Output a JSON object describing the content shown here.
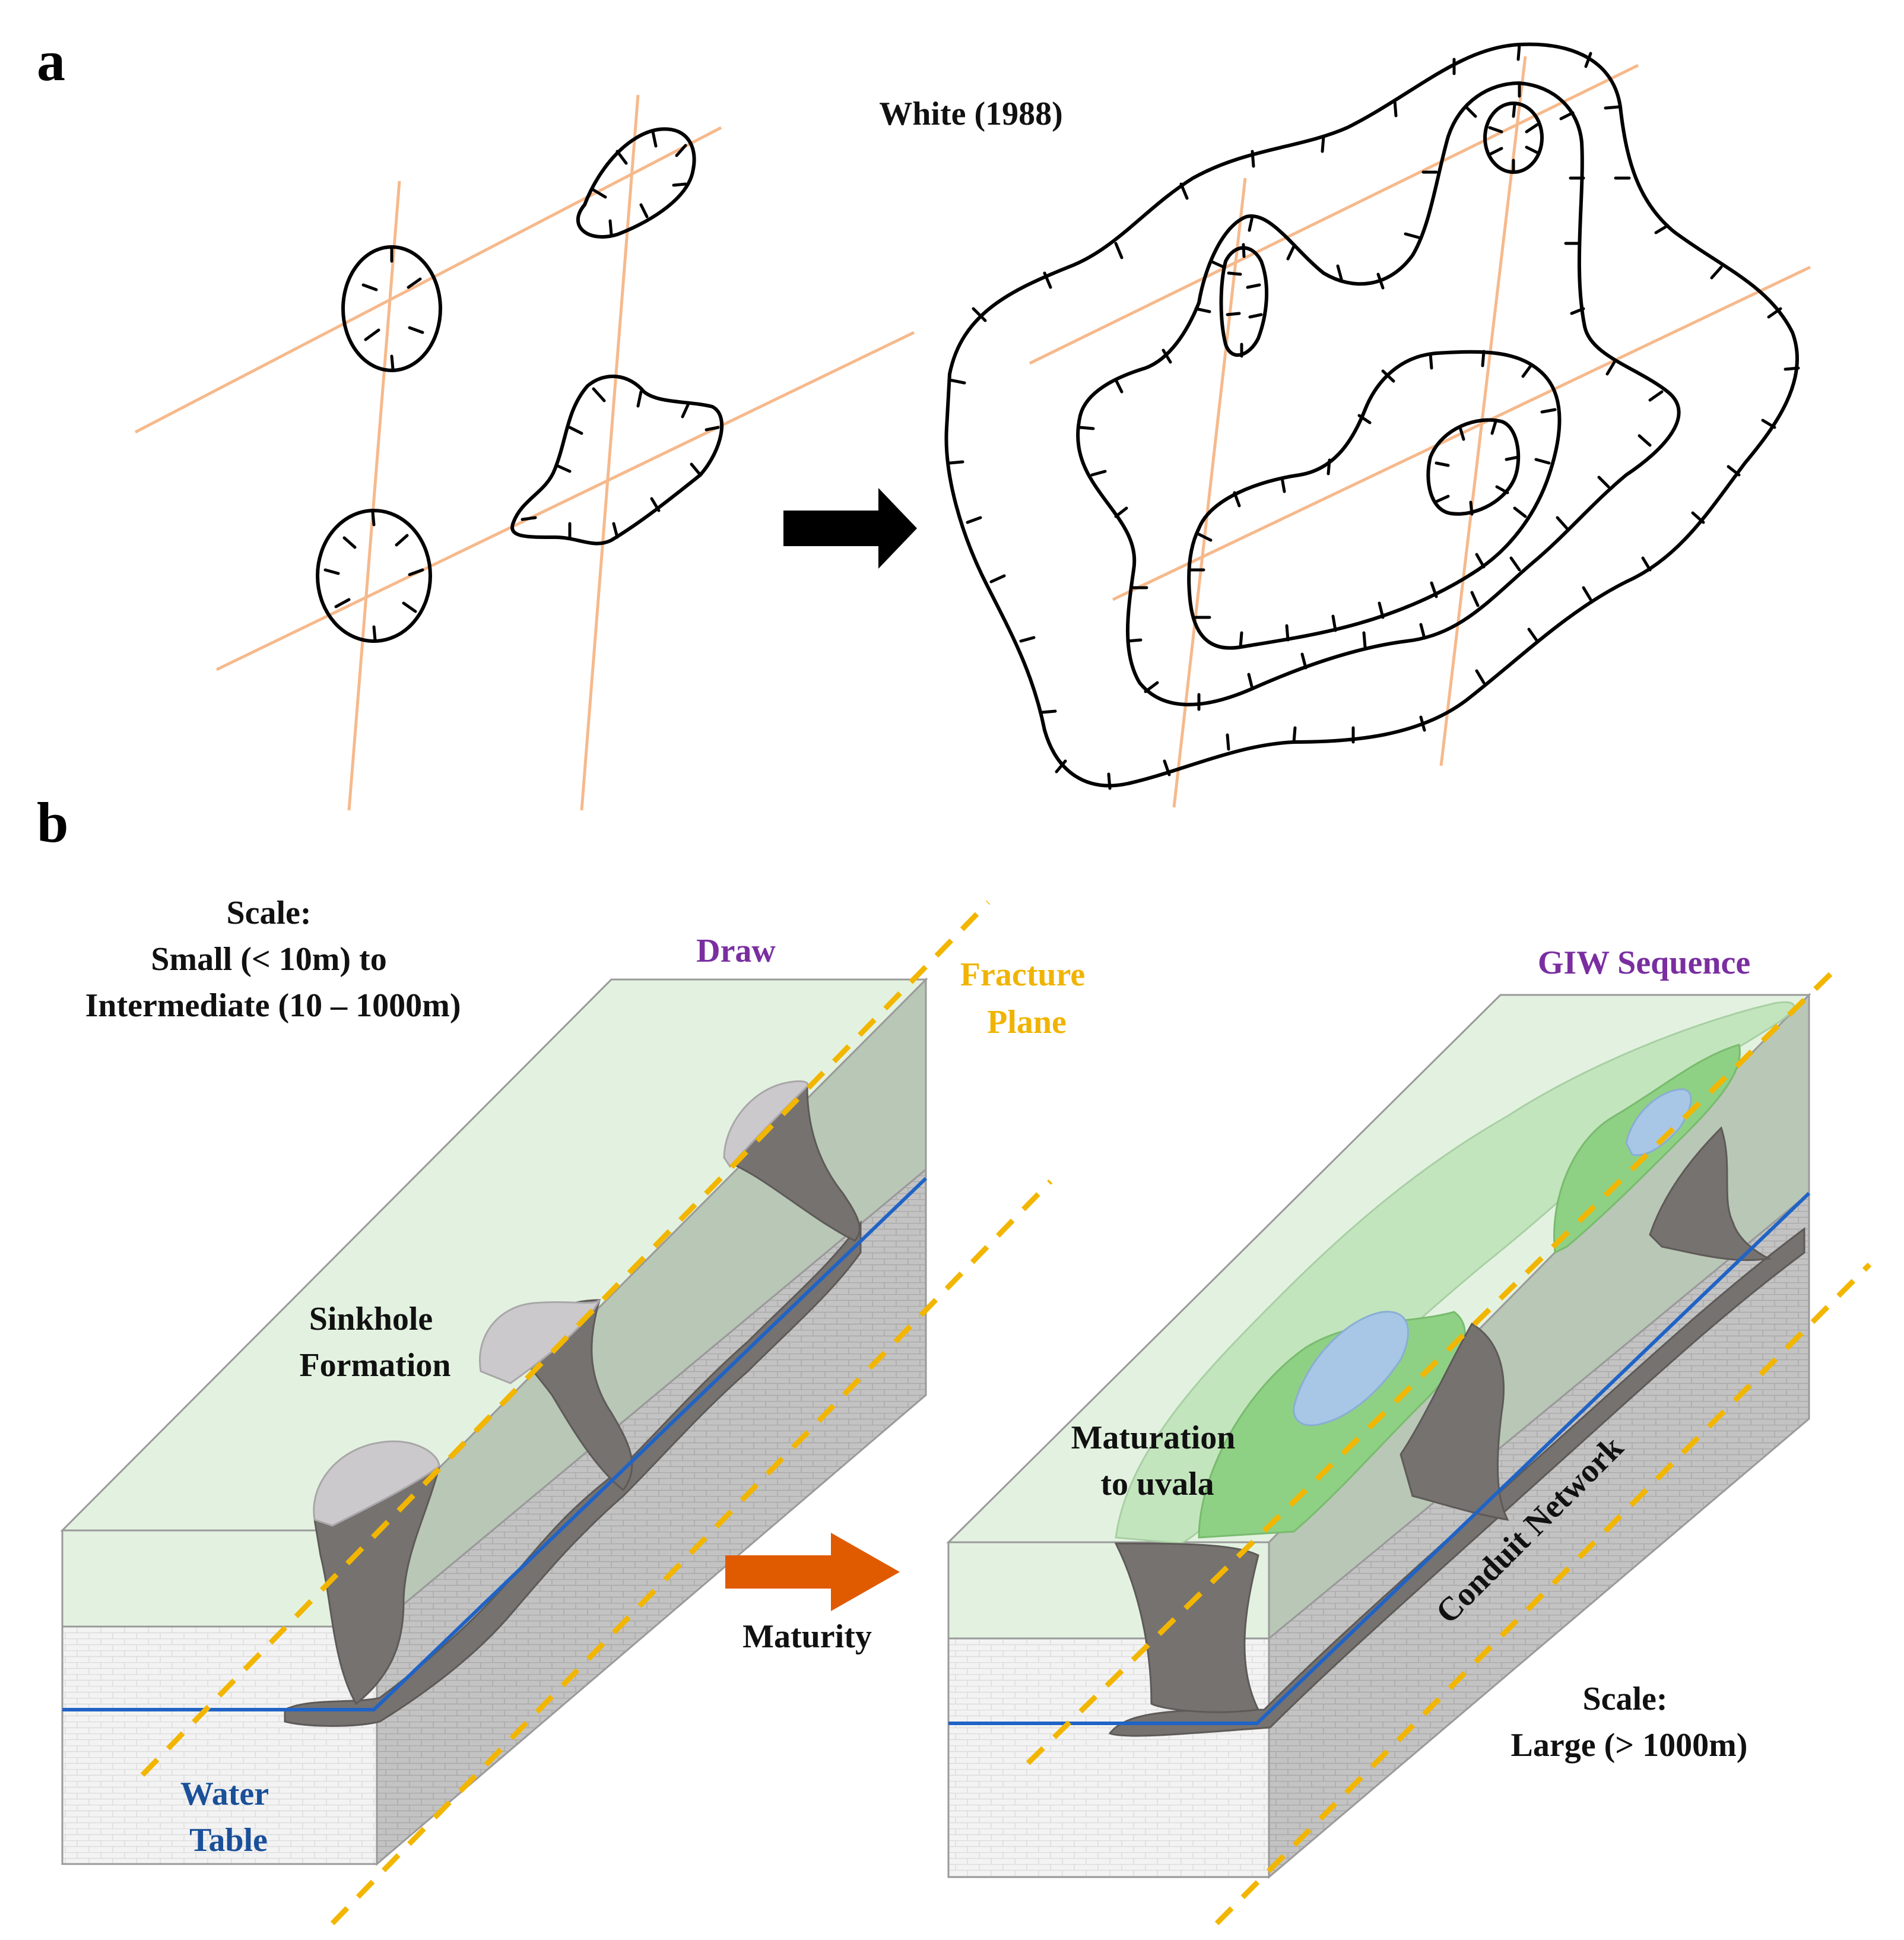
{
  "panels": {
    "a": {
      "letter": "a",
      "citation": "White (1988)"
    },
    "b": {
      "letter": "b",
      "scale_small": [
        "Scale:",
        "Small (< 10m) to",
        "Intermediate (10 – 1000m)"
      ],
      "draw": "Draw",
      "fracture_plane": [
        "Fracture",
        "Plane"
      ],
      "sinkhole_formation": [
        "Sinkhole",
        "Formation"
      ],
      "water_table": [
        "Water",
        "Table"
      ],
      "maturity": "Maturity",
      "giw_sequence": "GIW Sequence",
      "maturation": [
        "Maturation",
        "to uvala"
      ],
      "conduit_network": "Conduit Network",
      "scale_large": [
        "Scale:",
        "Large (> 1000m)"
      ]
    }
  },
  "colors": {
    "fracture_line": "#f6b98c",
    "fracture_plane_dash": "#f2b600",
    "water_table": "#1f63c6",
    "draw_label": "#7a2ea0",
    "arrow_a": "#000000",
    "arrow_b": "#e05a00",
    "surface": "#e3f2e0",
    "conduit": "#767270"
  }
}
